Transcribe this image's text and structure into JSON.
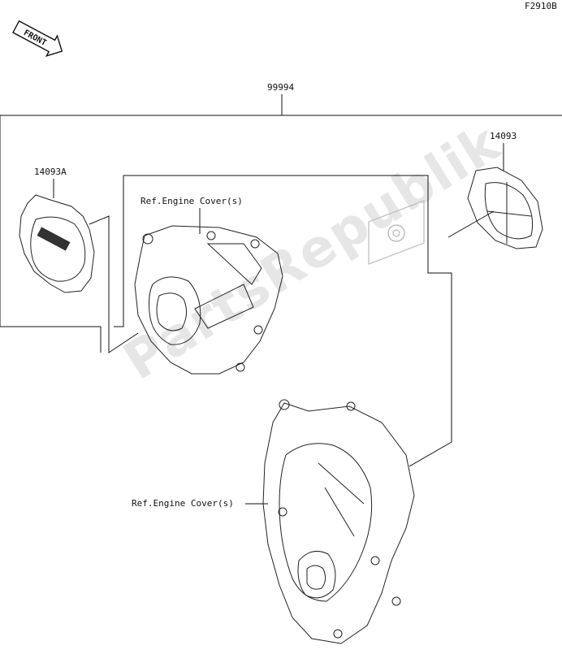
{
  "figure_code": "F2910B",
  "front_arrow_label": "FRONT",
  "watermark": "PartsRepublik",
  "callouts": {
    "kit": "99994",
    "cover_left": "14093A",
    "cover_right": "14093",
    "ref_upper": "Ref.Engine Cover(s)",
    "ref_lower": "Ref.Engine Cover(s)"
  },
  "icons": {
    "front_arrow": "front-arrow-icon",
    "gear": "gear-icon"
  }
}
